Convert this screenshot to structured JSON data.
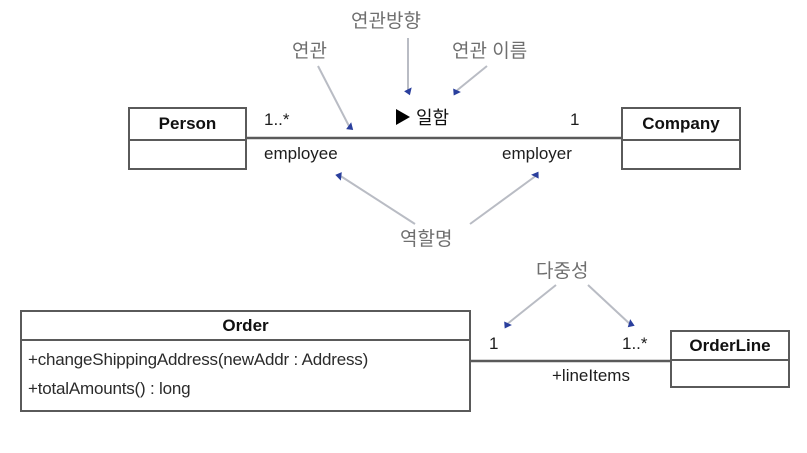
{
  "diagram": {
    "title": "UML Association Notation Diagram",
    "background_color": "#ffffff",
    "box_border_color": "#5a5a5a",
    "annotation_color": "#6f6f6f",
    "arrow_color": "#2a3f9d",
    "leader_line_color": "#b9bcc4",
    "association_line_color": "#5a5a5a"
  },
  "top_diagram": {
    "left_class": {
      "name": "Person"
    },
    "right_class": {
      "name": "Company"
    },
    "association": {
      "name": "일함",
      "direction_marker": "filled-right-triangle",
      "left_multiplicity": "1..*",
      "right_multiplicity": "1",
      "left_role": "employee",
      "right_role": "employer"
    },
    "annotations": [
      {
        "id": "annotation-association",
        "label": "연관"
      },
      {
        "id": "annotation-association-direction",
        "label": "연관방향"
      },
      {
        "id": "annotation-association-name",
        "label": "연관 이름"
      },
      {
        "id": "annotation-role-name",
        "label": "역할명"
      }
    ]
  },
  "bottom_diagram": {
    "left_class": {
      "name": "Order",
      "members": [
        "+changeShippingAddress(newAddr : Address)",
        "+totalAmounts() : long"
      ]
    },
    "right_class": {
      "name": "OrderLine"
    },
    "association": {
      "left_multiplicity": "1",
      "right_multiplicity": "1..*",
      "role": "+lineItems"
    },
    "annotations": [
      {
        "id": "annotation-multiplicity",
        "label": "다중성"
      }
    ]
  }
}
